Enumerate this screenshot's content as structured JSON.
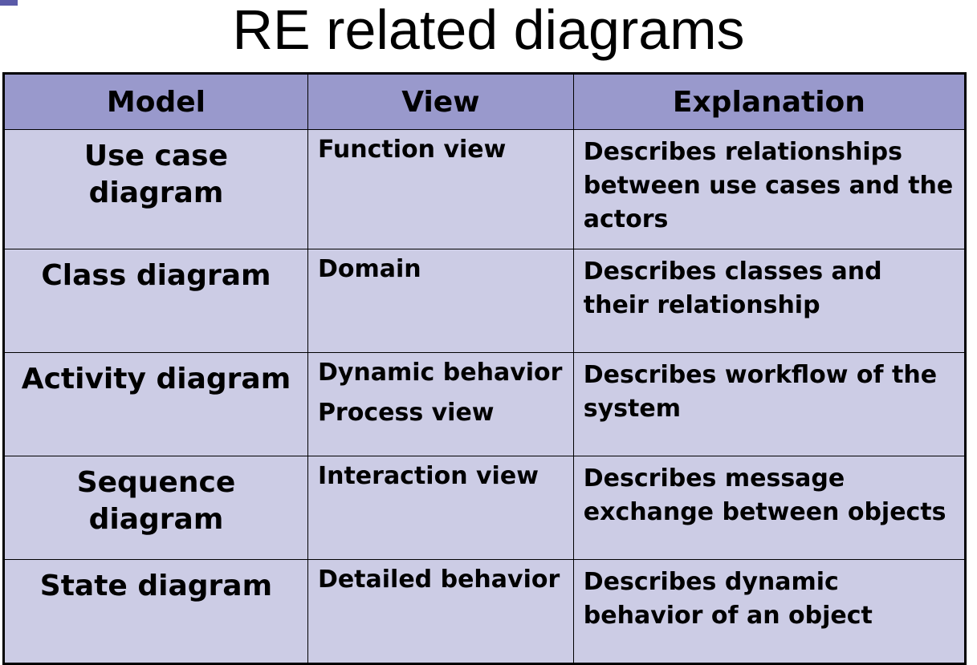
{
  "slide": {
    "title": "RE related diagrams"
  },
  "table": {
    "headers": {
      "model": "Model",
      "view": "View",
      "explanation": "Explanation"
    },
    "rows": [
      {
        "model_lines": [
          "Use case",
          "diagram"
        ],
        "view_lines": [
          "Function view"
        ],
        "explanation_lines": [
          "Describes relationships",
          "between use cases and the",
          "actors"
        ]
      },
      {
        "model_lines": [
          "Class diagram"
        ],
        "view_lines": [
          "Domain"
        ],
        "explanation_lines": [
          "Describes classes and",
          "their relationship"
        ]
      },
      {
        "model_lines": [
          "Activity diagram"
        ],
        "view_lines": [
          "Dynamic behavior",
          "Process view"
        ],
        "explanation_lines": [
          "Describes workflow of the",
          "system"
        ]
      },
      {
        "model_lines": [
          "Sequence",
          "diagram"
        ],
        "view_lines": [
          "Interaction view"
        ],
        "explanation_lines": [
          "Describes message",
          "exchange between objects"
        ]
      },
      {
        "model_lines": [
          "State diagram"
        ],
        "view_lines": [
          "Detailed behavior"
        ],
        "explanation_lines": [
          "Describes dynamic",
          "behavior of an object"
        ]
      }
    ]
  },
  "colors": {
    "header_bg": "#9999cc",
    "cell_bg": "#ccccE5",
    "border": "#000000"
  }
}
